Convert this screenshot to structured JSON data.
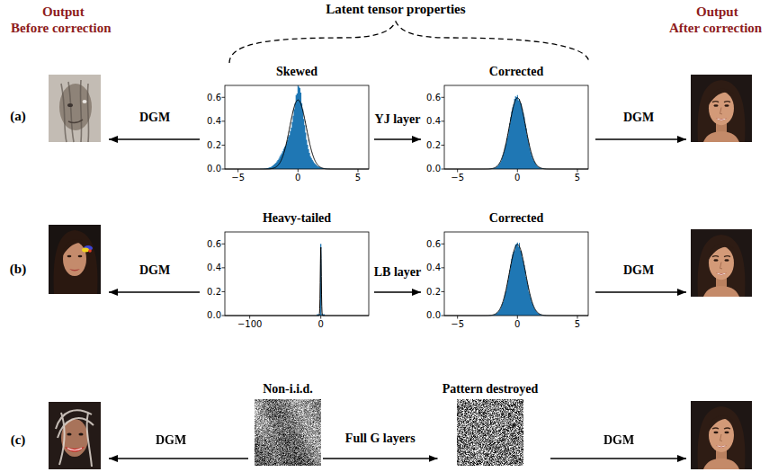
{
  "diagram": {
    "title": "Latent tensor properties",
    "nodes": [
      {
        "text": [
          "Skewed"
        ]
      },
      {
        "text": [
          "Corrected"
        ]
      },
      {
        "text": [
          "Heavy-tailed"
        ]
      },
      {
        "text": [
          "Corrected"
        ]
      },
      {
        "text": [
          "Non-i.i.d."
        ]
      },
      {
        "text": [
          "Pattern destroyed"
        ]
      }
    ],
    "edges": [
      {
        "from": 0,
        "to": 1,
        "label": "YJ layer",
        "arrow": "to"
      },
      {
        "from": 2,
        "to": 3,
        "label": "LB layer",
        "arrow": "to"
      },
      {
        "from": 4,
        "to": 5,
        "label": "Full G layers",
        "arrow": "to"
      }
    ],
    "labels": [
      "Output Before correction",
      "Output After correction",
      "(a)",
      "DGM",
      "0.6",
      "0.4",
      "0.2",
      "0.0",
      "−5",
      "0",
      "5",
      "0.6",
      "0.4",
      "0.2",
      "0.0",
      "−5",
      "0",
      "5",
      "DGM",
      "(b)",
      "DGM",
      "0.6",
      "0.4",
      "0.2",
      "0.0",
      "−100",
      "0",
      "0.6",
      "0.4",
      "0.2",
      "0.0",
      "−5",
      "0",
      "5",
      "DGM",
      "(c)",
      "DGM",
      "DGM"
    ]
  }
}
